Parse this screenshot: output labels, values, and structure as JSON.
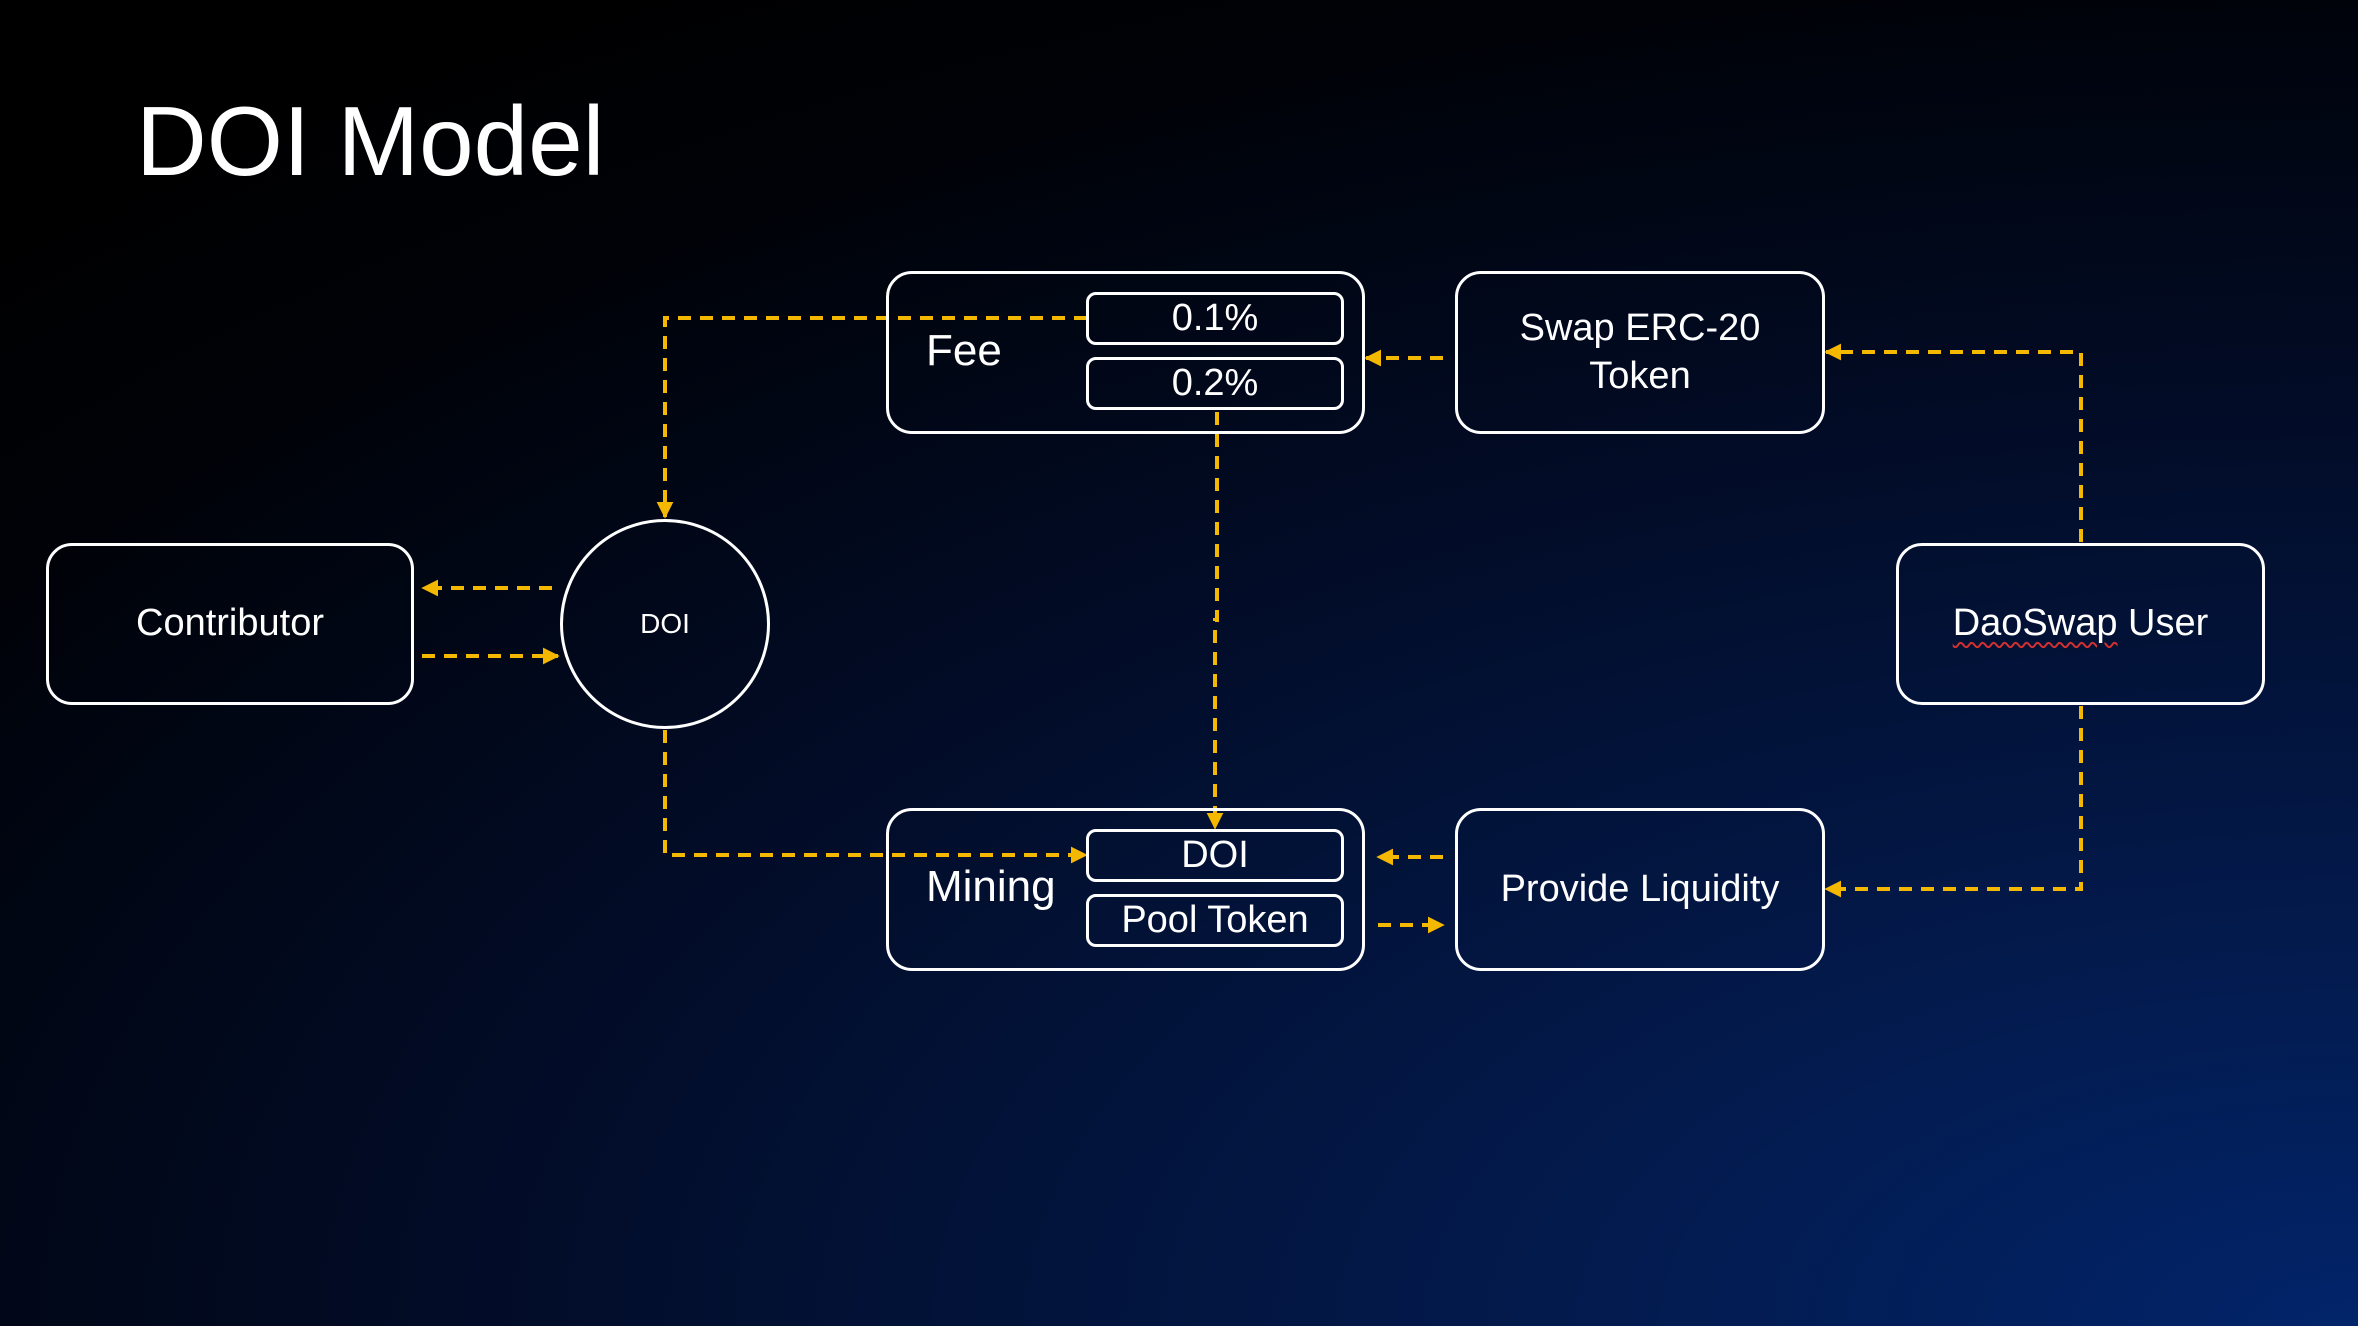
{
  "title": "DOI Model",
  "colors": {
    "background_start": "#000000",
    "background_end": "#02246a",
    "box_border": "#ffffff",
    "arrow": "#f5b800"
  },
  "nodes": {
    "contributor": "Contributor",
    "doi_center": "DOI",
    "fee": {
      "label": "Fee",
      "options": [
        "0.1%",
        "0.2%"
      ]
    },
    "mining": {
      "label": "Mining",
      "outputs": [
        "DOI",
        "Pool Token"
      ]
    },
    "swap": "Swap ERC-20 Token",
    "provide_liquidity": "Provide Liquidity",
    "daoswap_user": {
      "brand": "DaoSwap",
      "rest": " User"
    }
  }
}
